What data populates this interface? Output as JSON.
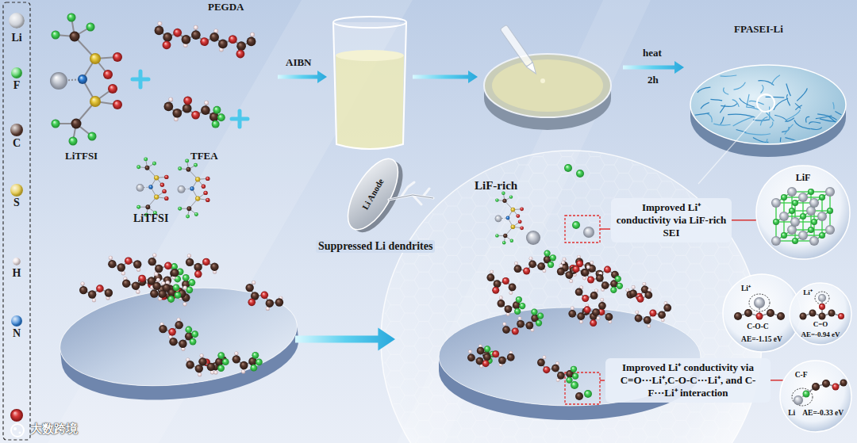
{
  "diagram": {
    "nodes": [
      {
        "text": [
          "Improved Li⁺ conductivity via LiF-rich SEI"
        ]
      },
      {
        "text": [
          "LiF"
        ]
      },
      {
        "text": [
          "Li⁺",
          "C-O-C",
          "AE=-1.15 eV"
        ]
      },
      {
        "text": [
          "Li⁺",
          "C=O",
          "AE=-0.94 eV"
        ]
      },
      {
        "text": [
          "Improved Li⁺ conductivity via C=O···Li⁺,C-O-C···Li⁺, and C-F···Li⁺ interaction"
        ]
      },
      {
        "text": [
          "C-F",
          "Li",
          "AE=-0.33 eV"
        ]
      }
    ],
    "edges": [
      {
        "from": 0,
        "to": 1,
        "arrow": "none"
      },
      {
        "from": 4,
        "to": 5,
        "arrow": "none"
      }
    ],
    "labels": [
      "PEGDA",
      "LiTFSI",
      "TFEA",
      "AIBN",
      "heat",
      "2h",
      "FPASEI-Li",
      "LiTFSI",
      "Li Anode",
      "Suppressed Li dendrites",
      "LiF-rich",
      "大数跨境"
    ],
    "legend": [
      {
        "text": "Li",
        "color": "#c8ccd4"
      },
      {
        "text": "F",
        "color": "#3ecf4f"
      },
      {
        "text": "C",
        "color": "#5a3a30"
      },
      {
        "text": "S",
        "color": "#e3c53a"
      },
      {
        "text": "H",
        "color": "#f1e4e6"
      },
      {
        "text": "N",
        "color": "#2f7fd6"
      }
    ]
  }
}
